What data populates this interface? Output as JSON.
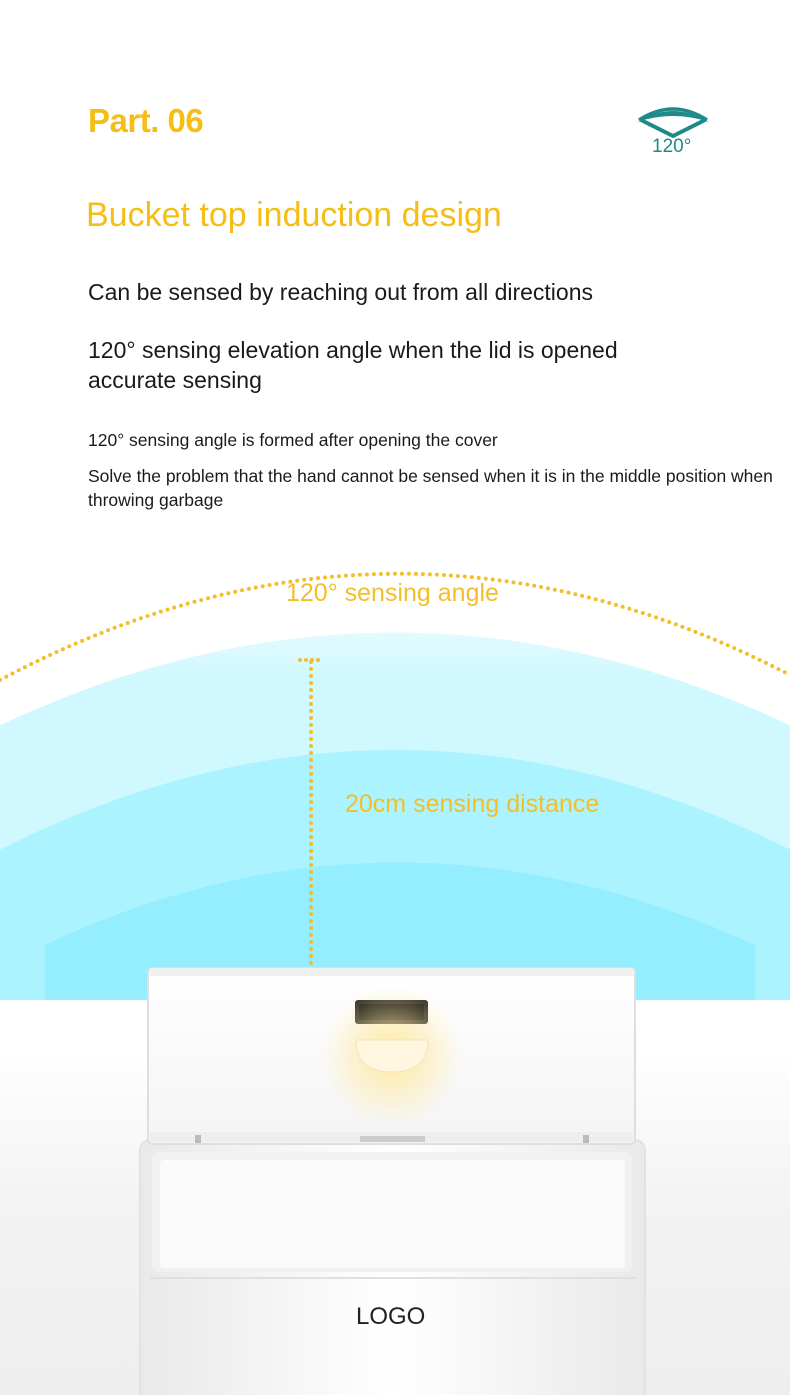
{
  "section": {
    "part_label": "Part. 06",
    "angle_icon_text": "120°",
    "heading": "Bucket top induction design"
  },
  "features": {
    "line1": "Can be sensed by reaching out from all directions",
    "line2a": "120° sensing elevation angle when the lid is opened",
    "line2b": "accurate sensing",
    "detail1": "120° sensing angle is formed after opening the cover",
    "detail2": "Solve the problem that the hand cannot be sensed when it is in the middle position when throwing garbage"
  },
  "diagram": {
    "angle_label": "120° sensing angle",
    "distance_label": "20cm sensing distance",
    "product_logo": "LOGO"
  },
  "colors": {
    "accent_yellow": "#f5be14",
    "icon_teal": "#1f8a8a",
    "beam_cyan": "#8eeeff"
  }
}
